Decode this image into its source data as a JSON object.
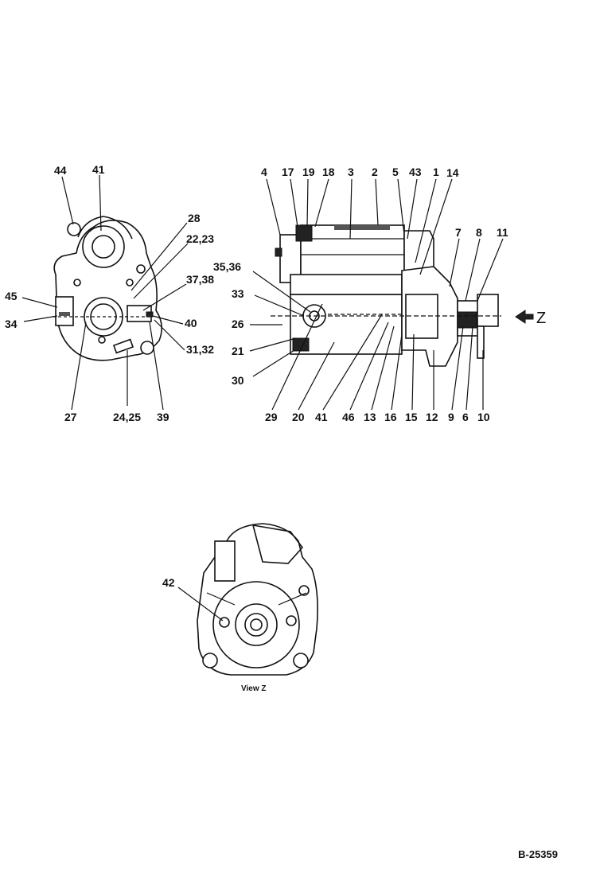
{
  "figure_id": "B-25359",
  "view_caption": "View Z",
  "direction_arrow_label": "Z",
  "labels": [
    "44",
    "41",
    "28",
    "22,23",
    "37,38",
    "45",
    "34",
    "40",
    "31,32",
    "27",
    "24,25",
    "39",
    "4",
    "17",
    "19",
    "18",
    "3",
    "2",
    "5",
    "43",
    "1",
    "14",
    "7",
    "8",
    "11",
    "35,36",
    "33",
    "26",
    "21",
    "30",
    "29",
    "20",
    "41",
    "46",
    "13",
    "16",
    "15",
    "12",
    "9",
    "6",
    "10",
    "42"
  ]
}
